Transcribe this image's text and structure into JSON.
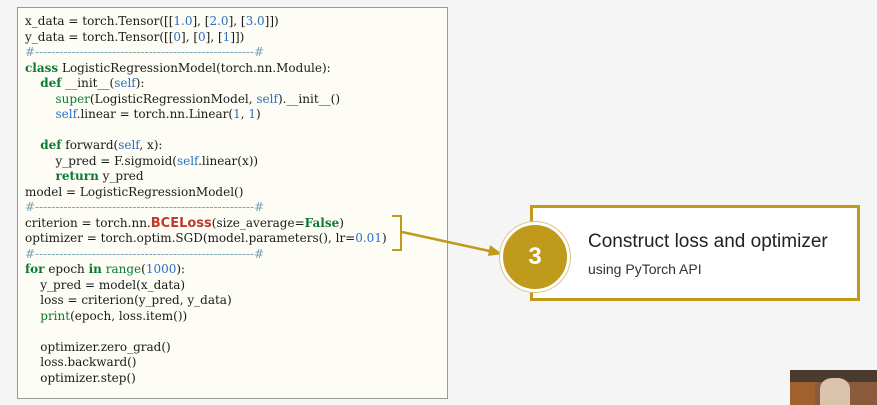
{
  "code_lines": [
    [
      {
        "t": "x_data = torch.Tensor([[",
        "c": ""
      },
      {
        "t": "1.0",
        "c": "num"
      },
      {
        "t": "], [",
        "c": ""
      },
      {
        "t": "2.0",
        "c": "num"
      },
      {
        "t": "], [",
        "c": ""
      },
      {
        "t": "3.0",
        "c": "num"
      },
      {
        "t": "]])",
        "c": ""
      }
    ],
    [
      {
        "t": "y_data = torch.Tensor([[",
        "c": ""
      },
      {
        "t": "0",
        "c": "num"
      },
      {
        "t": "], [",
        "c": ""
      },
      {
        "t": "0",
        "c": "num"
      },
      {
        "t": "], [",
        "c": ""
      },
      {
        "t": "1",
        "c": "num"
      },
      {
        "t": "]])",
        "c": ""
      }
    ],
    [
      {
        "t": "#------------------------------------------------------#",
        "c": "cmt"
      }
    ],
    [
      {
        "t": "class",
        "c": "kw"
      },
      {
        "t": " LogisticRegressionModel(torch.nn.Module):",
        "c": ""
      }
    ],
    [
      {
        "t": "    ",
        "c": ""
      },
      {
        "t": "def",
        "c": "kw"
      },
      {
        "t": " __init__(",
        "c": ""
      },
      {
        "t": "self",
        "c": "self"
      },
      {
        "t": "):",
        "c": ""
      }
    ],
    [
      {
        "t": "        ",
        "c": ""
      },
      {
        "t": "super",
        "c": "bi"
      },
      {
        "t": "(LogisticRegressionModel, ",
        "c": ""
      },
      {
        "t": "self",
        "c": "self"
      },
      {
        "t": ").__init__()",
        "c": ""
      }
    ],
    [
      {
        "t": "        ",
        "c": ""
      },
      {
        "t": "self",
        "c": "self"
      },
      {
        "t": ".linear = torch.nn.Linear(",
        "c": ""
      },
      {
        "t": "1",
        "c": "num"
      },
      {
        "t": ", ",
        "c": ""
      },
      {
        "t": "1",
        "c": "num"
      },
      {
        "t": ")",
        "c": ""
      }
    ],
    [
      {
        "t": "",
        "c": ""
      }
    ],
    [
      {
        "t": "    ",
        "c": ""
      },
      {
        "t": "def",
        "c": "kw"
      },
      {
        "t": " forward(",
        "c": ""
      },
      {
        "t": "self",
        "c": "self"
      },
      {
        "t": ", x):",
        "c": ""
      }
    ],
    [
      {
        "t": "        y_pred = F.sigmoid(",
        "c": ""
      },
      {
        "t": "self",
        "c": "self"
      },
      {
        "t": ".linear(x))",
        "c": ""
      }
    ],
    [
      {
        "t": "        ",
        "c": ""
      },
      {
        "t": "return",
        "c": "kw"
      },
      {
        "t": " y_pred",
        "c": ""
      }
    ],
    [
      {
        "t": "model = LogisticRegressionModel()",
        "c": ""
      }
    ],
    [
      {
        "t": "#------------------------------------------------------#",
        "c": "cmt"
      }
    ],
    [
      {
        "t": "criterion = torch.nn.",
        "c": ""
      },
      {
        "t": "BCELoss",
        "c": "hl"
      },
      {
        "t": "(size_average=",
        "c": ""
      },
      {
        "t": "False",
        "c": "kw"
      },
      {
        "t": ")",
        "c": ""
      }
    ],
    [
      {
        "t": "optimizer = torch.optim.SGD(model.parameters(), lr=",
        "c": ""
      },
      {
        "t": "0.01",
        "c": "num"
      },
      {
        "t": ")",
        "c": ""
      }
    ],
    [
      {
        "t": "#------------------------------------------------------#",
        "c": "cmt"
      }
    ],
    [
      {
        "t": "for",
        "c": "kw"
      },
      {
        "t": " epoch ",
        "c": ""
      },
      {
        "t": "in",
        "c": "kw"
      },
      {
        "t": " ",
        "c": ""
      },
      {
        "t": "range",
        "c": "bi"
      },
      {
        "t": "(",
        "c": ""
      },
      {
        "t": "1000",
        "c": "num"
      },
      {
        "t": "):",
        "c": ""
      }
    ],
    [
      {
        "t": "    y_pred = model(x_data)",
        "c": ""
      }
    ],
    [
      {
        "t": "    loss = criterion(y_pred, y_data)",
        "c": ""
      }
    ],
    [
      {
        "t": "    ",
        "c": ""
      },
      {
        "t": "print",
        "c": "bi"
      },
      {
        "t": "(epoch, loss.item())",
        "c": ""
      }
    ],
    [
      {
        "t": "",
        "c": ""
      }
    ],
    [
      {
        "t": "    optimizer.zero_grad()",
        "c": ""
      }
    ],
    [
      {
        "t": "    loss.backward()",
        "c": ""
      }
    ],
    [
      {
        "t": "    optimizer.step()",
        "c": ""
      }
    ]
  ],
  "callout": {
    "number": "3",
    "title": "Construct loss and optimizer",
    "subtitle": "using PyTorch API"
  },
  "colors": {
    "accent": "#c09a1a",
    "keyword": "#0a7a2f",
    "self": "#2c6fbf",
    "highlight": "#c0392b"
  }
}
